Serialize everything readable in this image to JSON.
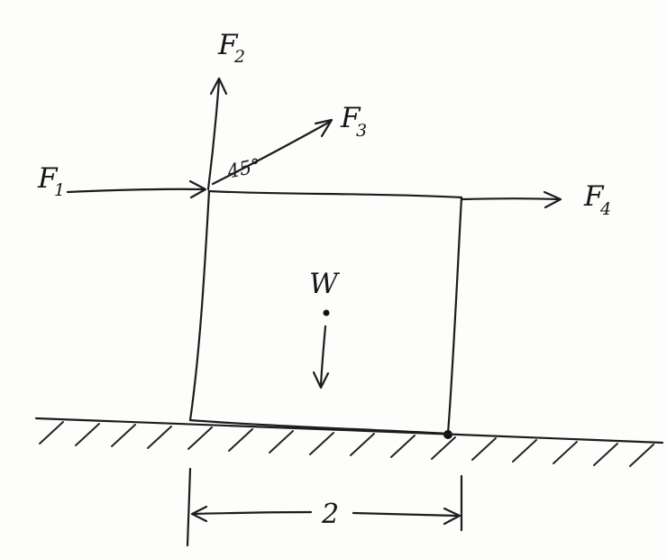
{
  "figure": {
    "kind": "hand-drawn free-body diagram of a block on a rough surface",
    "labels": {
      "f1": {
        "main": "F",
        "sub": "1"
      },
      "f2": {
        "main": "F",
        "sub": "2"
      },
      "f3": {
        "main": "F",
        "sub": "3"
      },
      "f4": {
        "main": "F",
        "sub": "4"
      },
      "angle": "45°",
      "weight": "W",
      "dimension": "2"
    },
    "colors": {
      "ink": "#1c1c1c",
      "paper": "#fdfdfc"
    }
  }
}
